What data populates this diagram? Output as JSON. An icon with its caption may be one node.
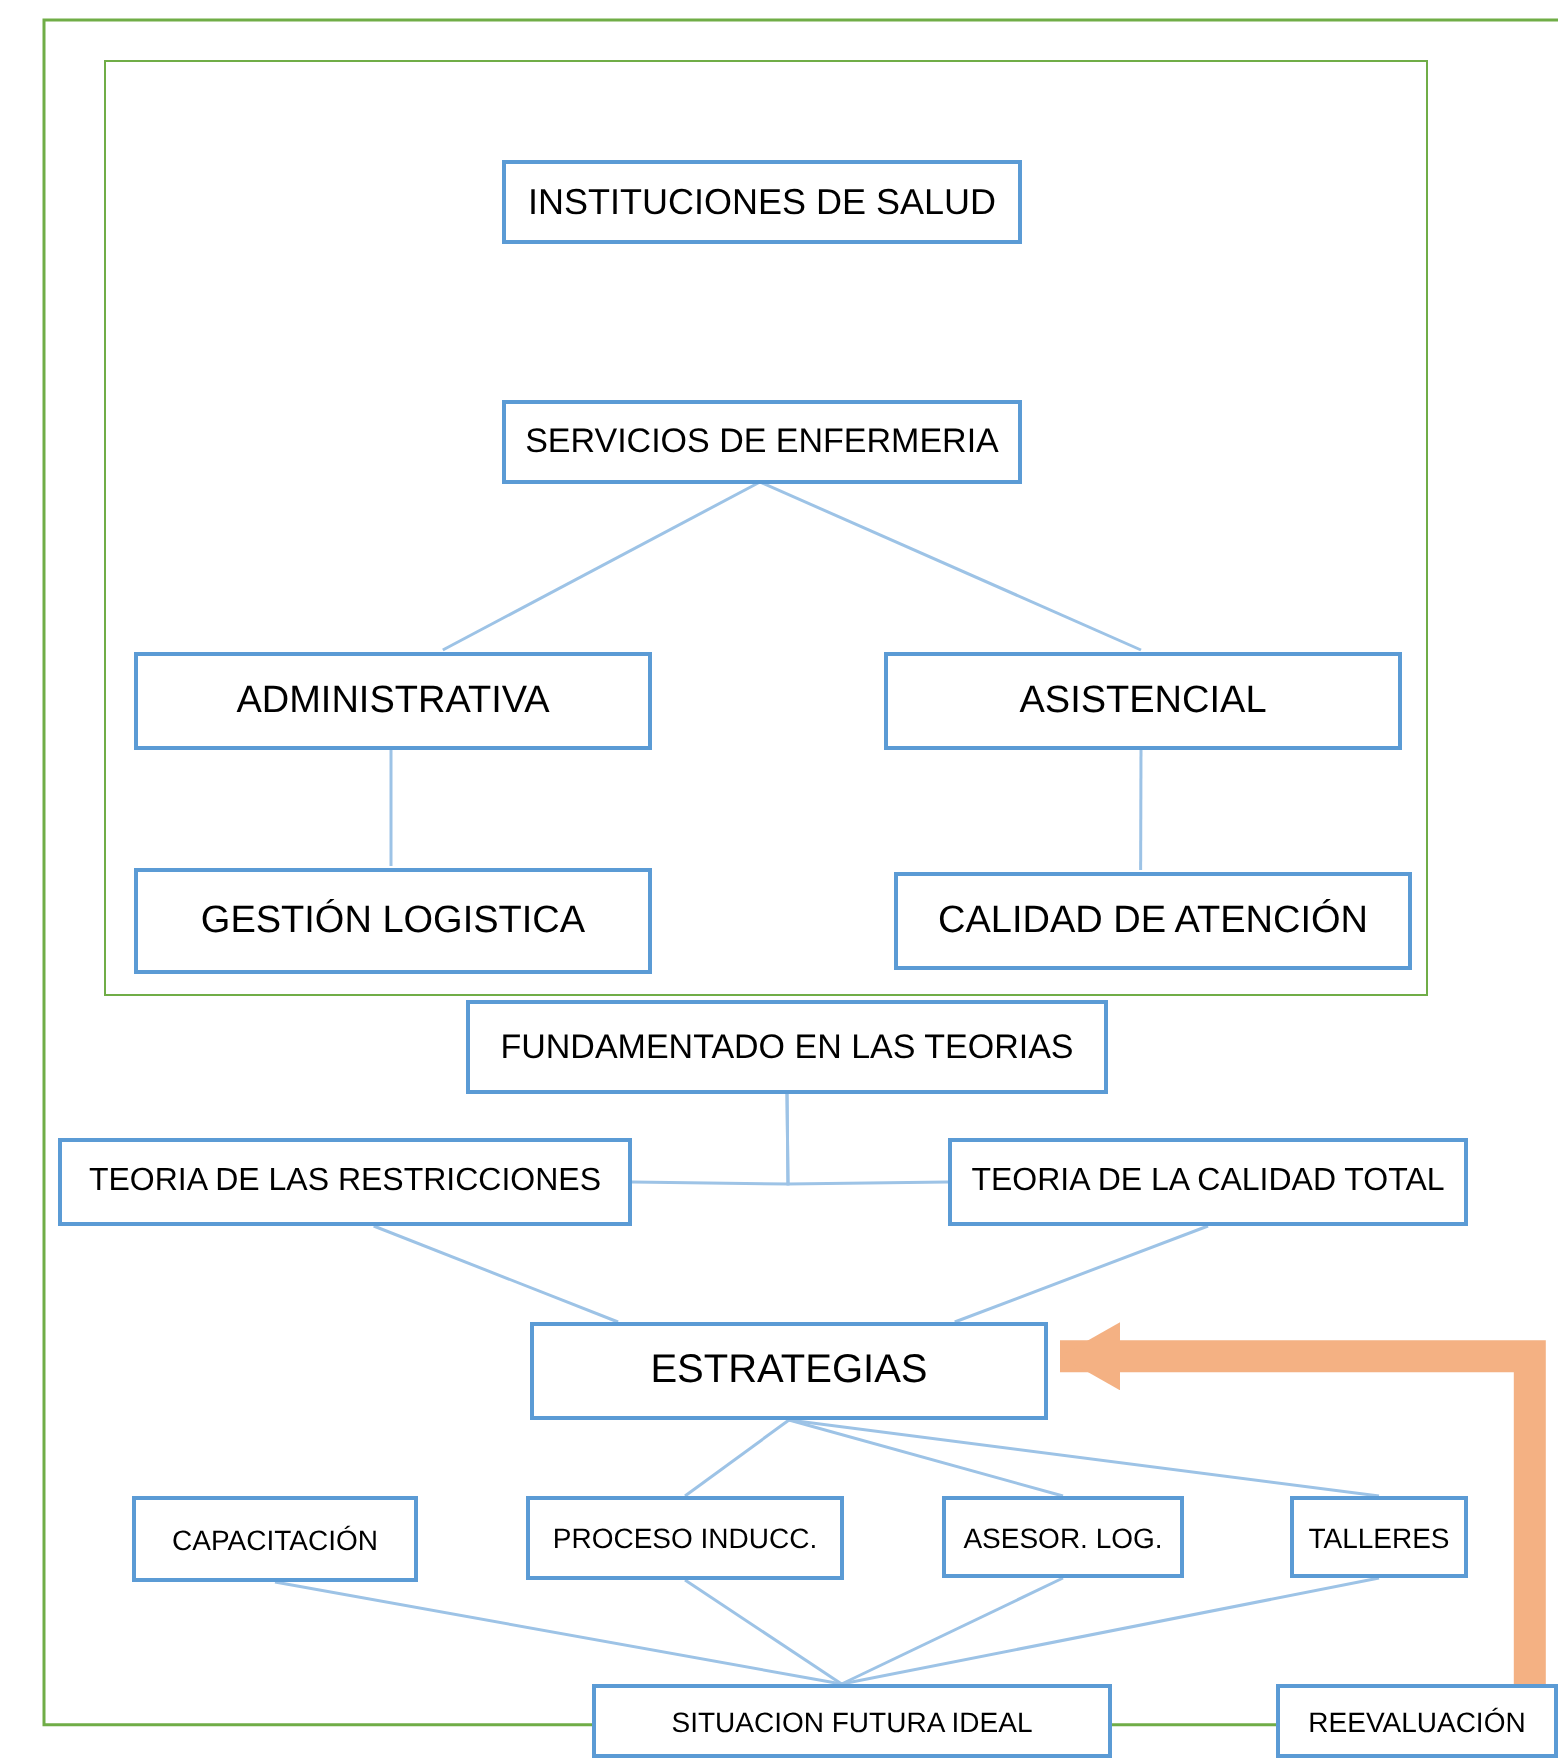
{
  "diagram": {
    "nodes": [
      {
        "text": [],
        "shape": "box"
      },
      {
        "text": [
          "INSTITUCIONES DE SALUD"
        ],
        "in": 0
      },
      {
        "text": [
          "SERVICIOS DE ENFERMERIA"
        ],
        "in": 0
      },
      {
        "text": [
          "ADMINISTRATIVA"
        ],
        "in": 0
      },
      {
        "text": [
          "ASISTENCIAL"
        ],
        "in": 0
      },
      {
        "text": [
          "GESTIÓN LOGISTICA"
        ],
        "in": 0
      },
      {
        "text": [
          "CALIDAD DE ATENCIÓN"
        ],
        "in": 0
      },
      {
        "text": [
          "FUNDAMENTADO EN LAS TEORIAS"
        ]
      },
      {
        "text": [
          "TEORIA DE LAS RESTRICCIONES"
        ]
      },
      {
        "text": [
          "TEORIA DE LA CALIDAD TOTAL"
        ]
      },
      {
        "text": [
          "ESTRATEGIAS"
        ]
      },
      {
        "text": [
          "CAPACITACIÓN"
        ]
      },
      {
        "text": [
          "PROCESO INDUCC."
        ]
      },
      {
        "text": [
          "ASESOR. LOG."
        ]
      },
      {
        "text": [
          "TALLERES"
        ]
      },
      {
        "text": [
          "SITUACION FUTURA IDEAL"
        ]
      },
      {
        "text": [
          "REEVALUACIÓN"
        ]
      }
    ],
    "edges": [
      {
        "from": 2,
        "to": 3,
        "arrow": "none"
      },
      {
        "from": 2,
        "to": 4,
        "arrow": "none"
      },
      {
        "from": 3,
        "to": 5,
        "arrow": "none"
      },
      {
        "from": 4,
        "to": 6,
        "arrow": "none"
      },
      {
        "from": 7,
        "to": 8,
        "arrow": "none"
      },
      {
        "from": 7,
        "to": 9,
        "arrow": "none"
      },
      {
        "from": 8,
        "to": 10,
        "arrow": "none"
      },
      {
        "from": 9,
        "to": 10,
        "arrow": "none"
      },
      {
        "from": 10,
        "to": 12,
        "arrow": "none"
      },
      {
        "from": 10,
        "to": 13,
        "arrow": "none"
      },
      {
        "from": 10,
        "to": 14,
        "arrow": "none"
      },
      {
        "from": 11,
        "to": 15,
        "arrow": "none"
      },
      {
        "from": 12,
        "to": 15,
        "arrow": "none"
      },
      {
        "from": 13,
        "to": 15,
        "arrow": "none"
      },
      {
        "from": 14,
        "to": 15,
        "arrow": "none"
      },
      {
        "from": 15,
        "to": 16,
        "arrow": "none",
        "color": "#70ad47"
      },
      {
        "from": 16,
        "to": 10,
        "arrow": "to",
        "style": "thick",
        "color": "#f4b183"
      },
      {
        "from": 15,
        "to": null,
        "arrow": "none",
        "color": "#70ad47"
      }
    ]
  }
}
